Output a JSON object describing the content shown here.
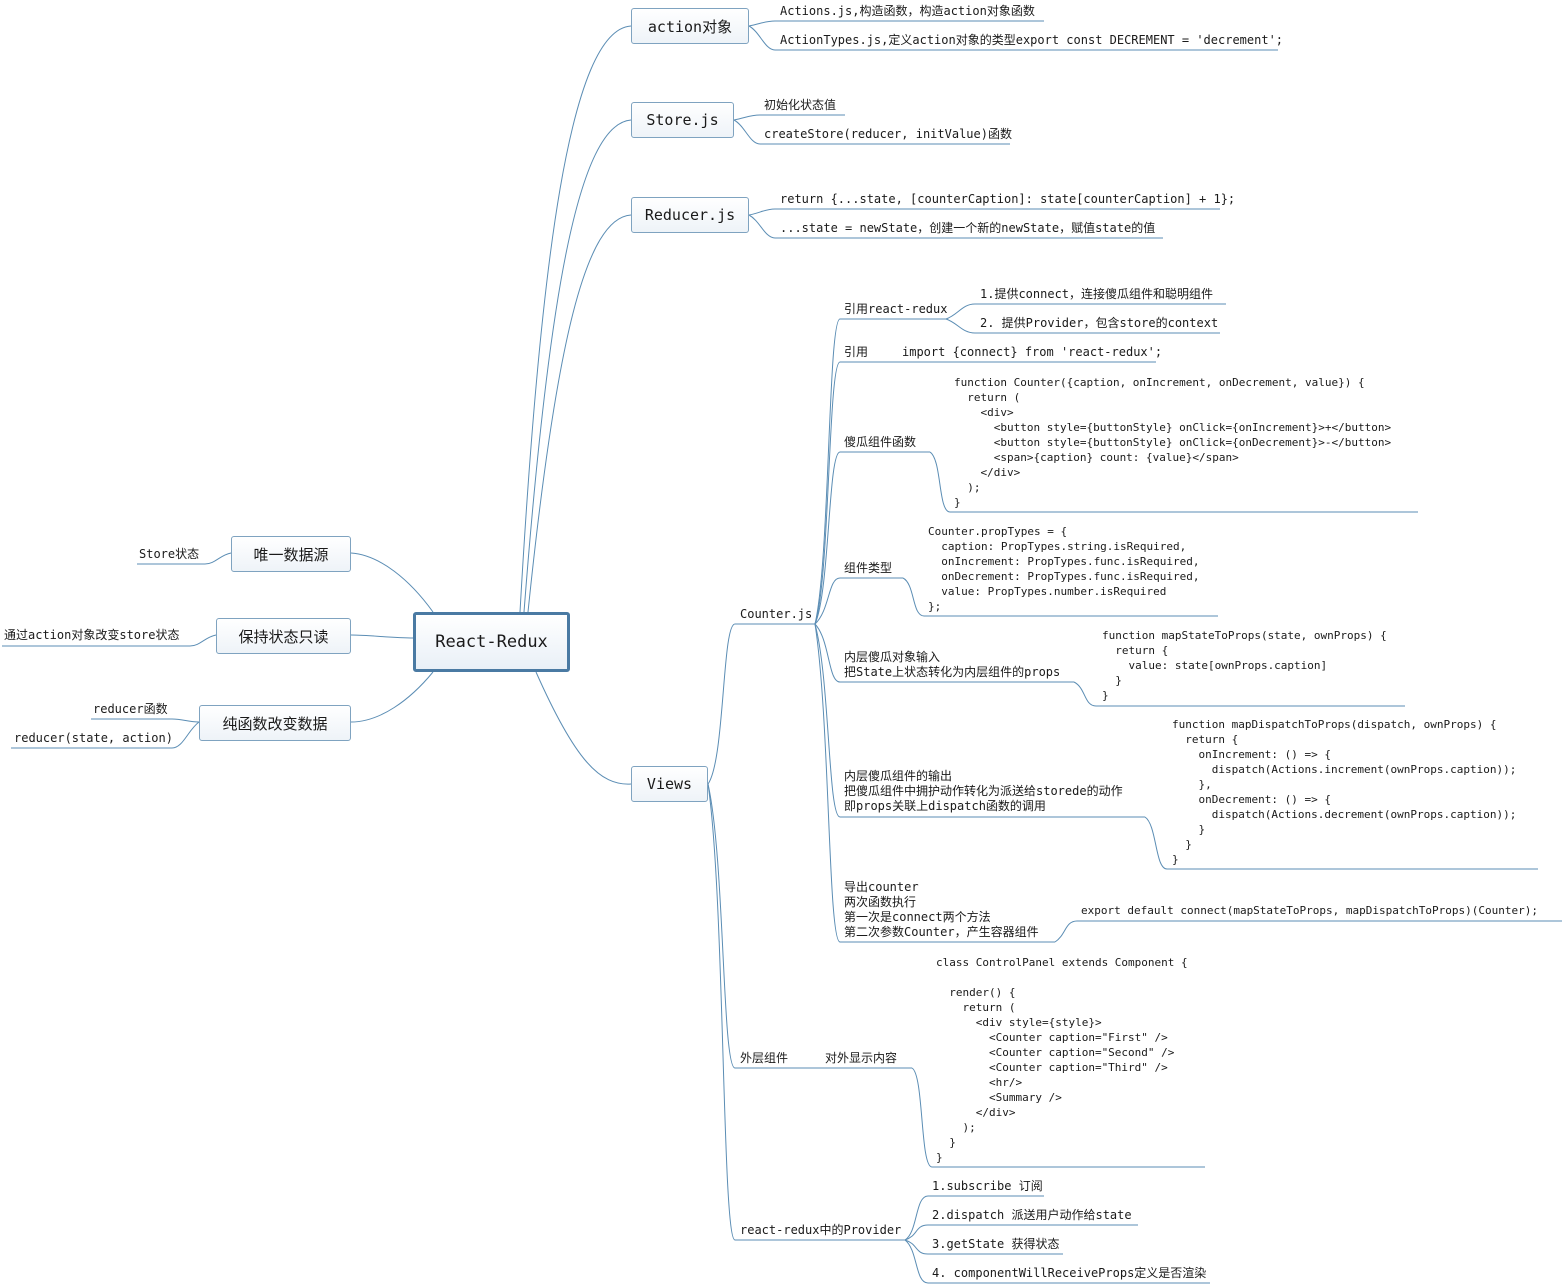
{
  "root": "React-Redux",
  "branches": {
    "action": {
      "label": "action对象",
      "children": [
        "Actions.js,构造函数，构造action对象函数",
        "ActionTypes.js,定义action对象的类型export const DECREMENT = 'decrement';"
      ]
    },
    "store": {
      "label": "Store.js",
      "children": [
        "初始化状态值",
        "createStore(reducer, initValue)函数"
      ]
    },
    "reducer": {
      "label": "Reducer.js",
      "children": [
        "return {...state, [counterCaption]: state[counterCaption] + 1};",
        "...state = newState，创建一个新的newState，赋值state的值"
      ]
    },
    "views": {
      "label": "Views",
      "counter": {
        "label": "Counter.js",
        "react_redux": {
          "label": "引用react-redux",
          "children": [
            "1.提供connect，连接傻瓜组件和聪明组件",
            "2. 提供Provider，包含store的context"
          ]
        },
        "import": {
          "label": "引用",
          "value": "import {connect} from 'react-redux';"
        },
        "dumb": {
          "label": "傻瓜组件函数",
          "code": "function Counter({caption, onIncrement, onDecrement, value}) {\n  return (\n    <div>\n      <button style={buttonStyle} onClick={onIncrement}>+</button>\n      <button style={buttonStyle} onClick={onDecrement}>-</button>\n      <span>{caption} count: {value}</span>\n    </div>\n  );\n}"
        },
        "proptypes": {
          "label": "组件类型",
          "code": "Counter.propTypes = {\n  caption: PropTypes.string.isRequired,\n  onIncrement: PropTypes.func.isRequired,\n  onDecrement: PropTypes.func.isRequired,\n  value: PropTypes.number.isRequired\n};"
        },
        "state_props": {
          "label": "内层傻瓜对象输入\n把State上状态转化为内层组件的props",
          "code": "function mapStateToProps(state, ownProps) {\n  return {\n    value: state[ownProps.caption]\n  }\n}"
        },
        "dispatch_props": {
          "label": "内层傻瓜组件的输出\n把傻瓜组件中拥护动作转化为派送给storede的动作\n即props关联上dispatch函数的调用",
          "code": "function mapDispatchToProps(dispatch, ownProps) {\n  return {\n    onIncrement: () => {\n      dispatch(Actions.increment(ownProps.caption));\n    },\n    onDecrement: () => {\n      dispatch(Actions.decrement(ownProps.caption));\n    }\n  }\n}"
        },
        "export": {
          "label": "导出counter\n两次函数执行\n第一次是connect两个方法\n第二次参数Counter，产生容器组件",
          "code": "export default connect(mapStateToProps, mapDispatchToProps)(Counter);"
        }
      },
      "outer": {
        "label": "外层组件",
        "sub": "对外显示内容",
        "code": "class ControlPanel extends Component {\n\n  render() {\n    return (\n      <div style={style}>\n        <Counter caption=\"First\" />\n        <Counter caption=\"Second\" />\n        <Counter caption=\"Third\" />\n        <hr/>\n        <Summary />\n      </div>\n    );\n  }\n}"
      },
      "provider": {
        "label": "react-redux中的Provider",
        "children": [
          "1.subscribe 订阅",
          "2.dispatch 派送用户动作给state",
          "3.getState 获得状态",
          "4. componentWillReceiveProps定义是否渲染"
        ]
      }
    },
    "left": [
      {
        "label": "唯一数据源",
        "children": [
          "Store状态"
        ]
      },
      {
        "label": "保持状态只读",
        "children": [
          "通过action对象改变store状态"
        ]
      },
      {
        "label": "纯函数改变数据",
        "children": [
          "reducer函数",
          "reducer(state, action)"
        ]
      }
    ]
  },
  "colors": {
    "line": "#5b8db4",
    "box_border": "#7fa3c0",
    "root_border": "#4a7aa3"
  }
}
